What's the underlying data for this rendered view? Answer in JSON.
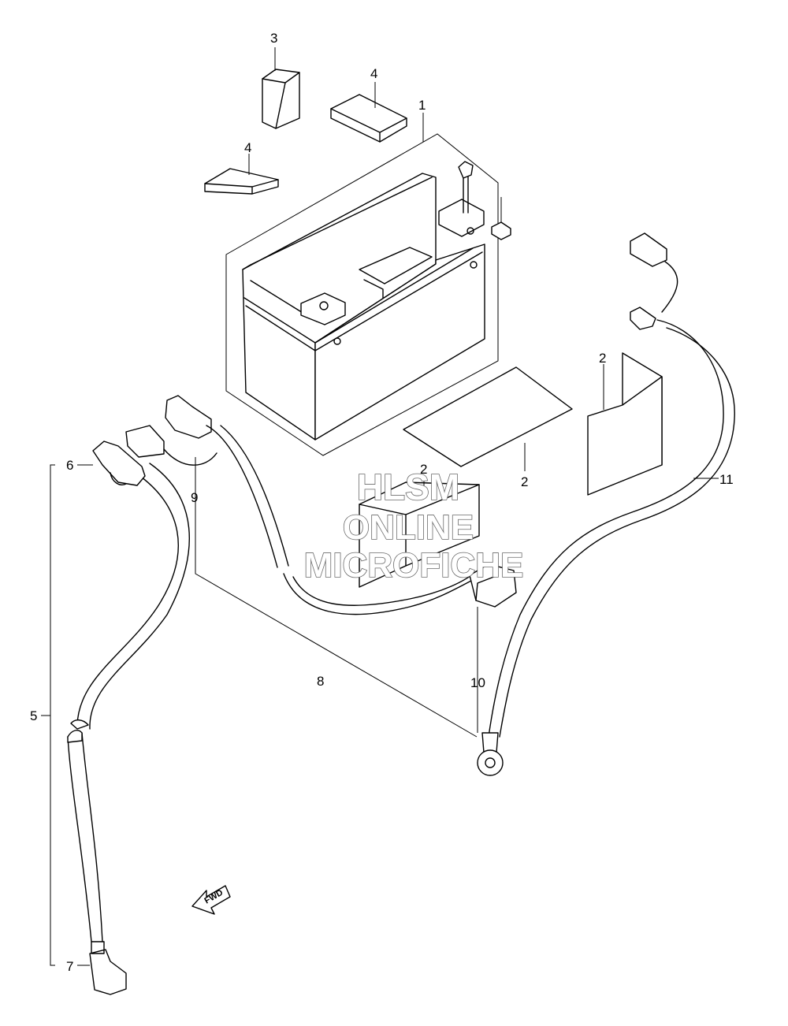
{
  "callouts": {
    "c1": "1",
    "c2a": "2",
    "c2b": "2",
    "c2c": "2",
    "c3": "3",
    "c4a": "4",
    "c4b": "4",
    "c5": "5",
    "c6": "6",
    "c7": "7",
    "c8": "8",
    "c9": "9",
    "c10": "10",
    "c11": "11"
  },
  "watermark": {
    "line1": "HLSM",
    "line2": "ONLINE",
    "line3": "MICROFICHE"
  },
  "fwd_label": "FWD"
}
